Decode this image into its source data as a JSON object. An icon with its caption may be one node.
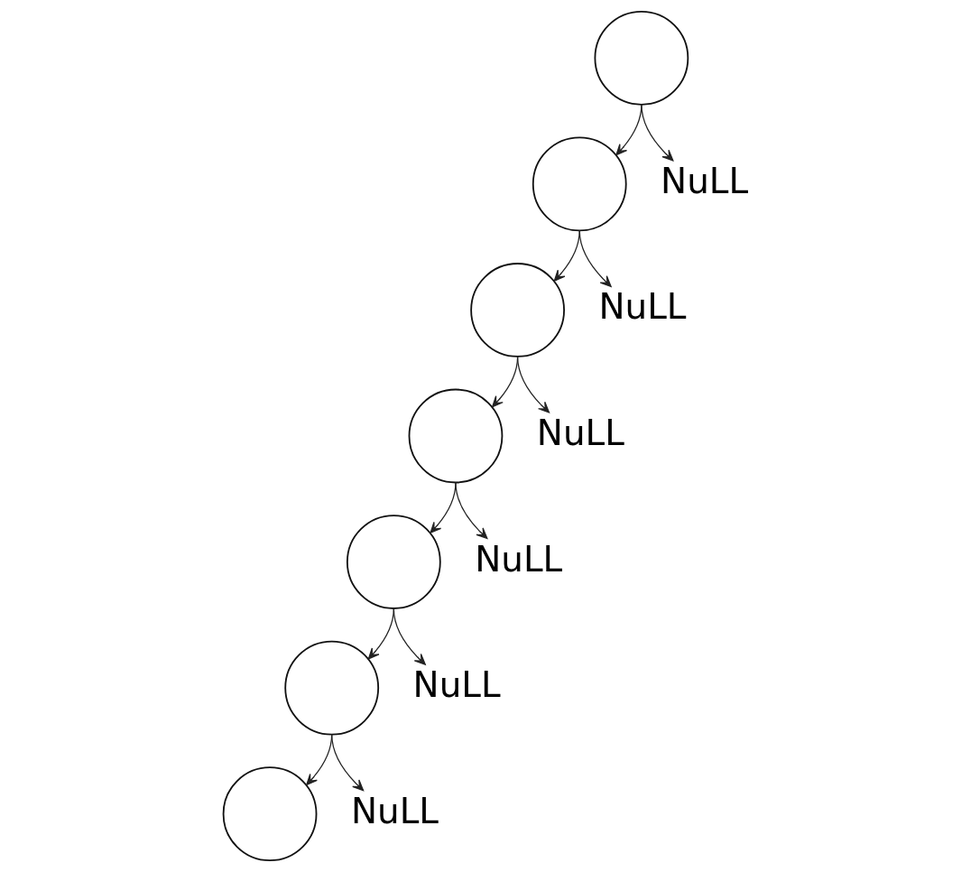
{
  "diagram": {
    "nodes": [
      {
        "text": [],
        "shape": "circle"
      },
      {
        "text": [],
        "shape": "circle"
      },
      {
        "text": [
          "NuLL"
        ]
      },
      {
        "text": [],
        "shape": "circle"
      },
      {
        "text": [
          "NuLL"
        ]
      },
      {
        "text": [],
        "shape": "circle"
      },
      {
        "text": [
          "NuLL"
        ]
      },
      {
        "text": [],
        "shape": "circle"
      },
      {
        "text": [
          "NuLL"
        ]
      },
      {
        "text": [],
        "shape": "circle"
      },
      {
        "text": [
          "NuLL"
        ]
      },
      {
        "text": [],
        "shape": "circle"
      },
      {
        "text": [
          "NuLL"
        ]
      }
    ],
    "edges": [
      {
        "from": 0,
        "to": 1,
        "arrow": "to"
      },
      {
        "from": 0,
        "to": 2,
        "arrow": "to"
      },
      {
        "from": 1,
        "to": 3,
        "arrow": "to"
      },
      {
        "from": 1,
        "to": 4,
        "arrow": "to"
      },
      {
        "from": 3,
        "to": 5,
        "arrow": "to"
      },
      {
        "from": 3,
        "to": 6,
        "arrow": "to"
      },
      {
        "from": 5,
        "to": 7,
        "arrow": "to"
      },
      {
        "from": 5,
        "to": 8,
        "arrow": "to"
      },
      {
        "from": 7,
        "to": 9,
        "arrow": "to"
      },
      {
        "from": 7,
        "to": 10,
        "arrow": "to"
      },
      {
        "from": 9,
        "to": 11,
        "arrow": "to"
      },
      {
        "from": 9,
        "to": 12,
        "arrow": "to"
      }
    ]
  }
}
